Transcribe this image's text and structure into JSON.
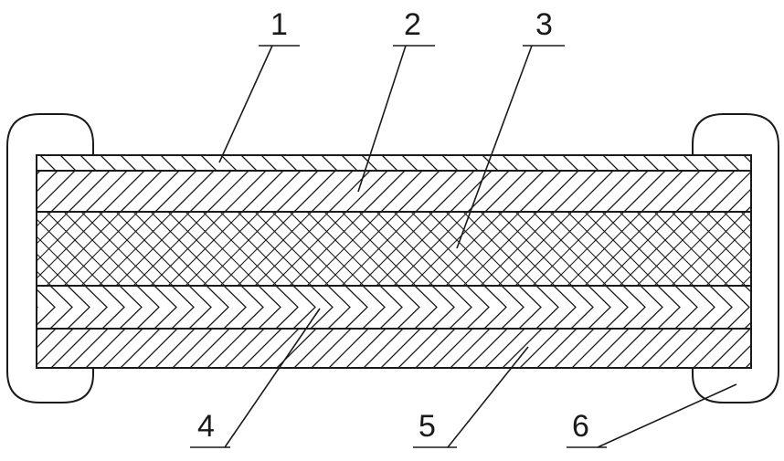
{
  "diagram": {
    "callouts": [
      {
        "label": "1"
      },
      {
        "label": "2"
      },
      {
        "label": "3"
      },
      {
        "label": "4"
      },
      {
        "label": "5"
      },
      {
        "label": "6"
      }
    ],
    "line_color": "#1a1a1a",
    "background": "#ffffff"
  }
}
